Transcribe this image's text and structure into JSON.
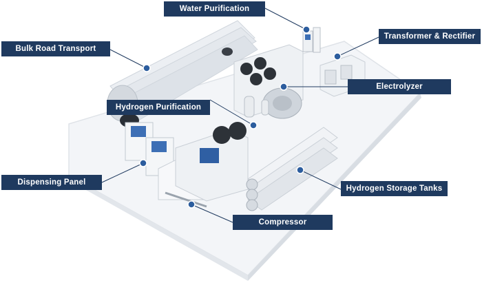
{
  "labels": {
    "water_purification": "Water Purification",
    "transformer_rectifier": "Transformer & Rectifier",
    "bulk_road_transport": "Bulk Road Transport",
    "electrolyzer": "Electrolyzer",
    "hydrogen_purification": "Hydrogen Purification",
    "dispensing_panel": "Dispensing Panel",
    "hydrogen_storage_tanks": "Hydrogen Storage Tanks",
    "compressor": "Compressor"
  },
  "colors": {
    "label_bg": "#1f3a5f",
    "label_text": "#ffffff",
    "leader_line": "#1f3a5f",
    "marker_fill": "#2c5d9e",
    "platform": "#f3f5f8",
    "equipment": "#e8ebef",
    "accent_blue": "#3d6fb5"
  }
}
